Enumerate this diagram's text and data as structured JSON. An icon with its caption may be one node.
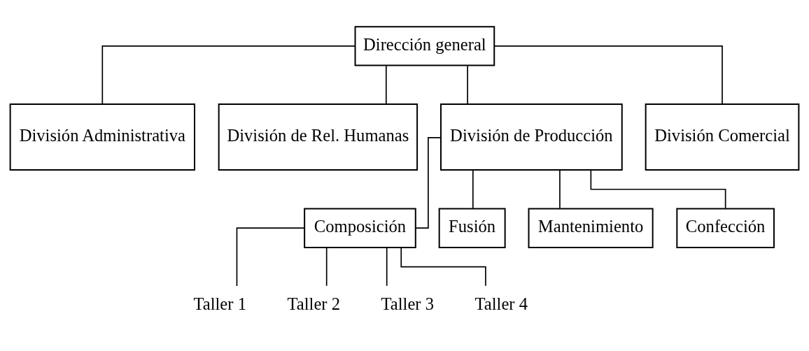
{
  "diagram": {
    "nodes": [
      {
        "text": [
          "Dirección general"
        ]
      },
      {
        "text": [
          "División Administrativa"
        ]
      },
      {
        "text": [
          "División de Rel. Humanas"
        ]
      },
      {
        "text": [
          "División de Producción"
        ]
      },
      {
        "text": [
          "División Comercial"
        ]
      },
      {
        "text": [
          "Composición"
        ]
      },
      {
        "text": [
          "Fusión"
        ]
      },
      {
        "text": [
          "Mantenimiento"
        ]
      },
      {
        "text": [
          "Confección"
        ]
      },
      {
        "text": [
          "Taller 1"
        ]
      },
      {
        "text": [
          "Taller 2"
        ]
      },
      {
        "text": [
          "Taller 3"
        ]
      },
      {
        "text": [
          "Taller 4"
        ]
      }
    ],
    "edges": [
      {
        "from": 0,
        "to": 1,
        "arrow": "none"
      },
      {
        "from": 0,
        "to": 2,
        "arrow": "none"
      },
      {
        "from": 0,
        "to": 3,
        "arrow": "none"
      },
      {
        "from": 0,
        "to": 4,
        "arrow": "none"
      },
      {
        "from": 3,
        "to": 5,
        "arrow": "none"
      },
      {
        "from": 3,
        "to": 6,
        "arrow": "none"
      },
      {
        "from": 3,
        "to": 7,
        "arrow": "none"
      },
      {
        "from": 3,
        "to": 8,
        "arrow": "none"
      },
      {
        "from": 5,
        "to": 9,
        "arrow": "none"
      },
      {
        "from": 5,
        "to": 10,
        "arrow": "none"
      },
      {
        "from": 5,
        "to": 11,
        "arrow": "none"
      },
      {
        "from": 5,
        "to": 12,
        "arrow": "none"
      }
    ]
  }
}
